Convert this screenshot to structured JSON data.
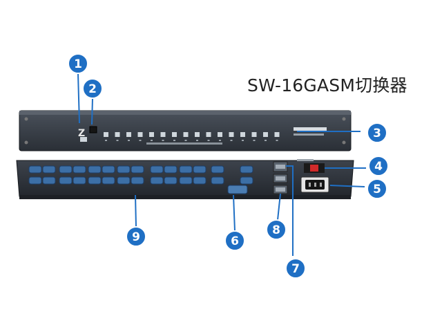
{
  "title": "SW-16GASM切换器",
  "callouts": [
    {
      "number": "1"
    },
    {
      "number": "2"
    },
    {
      "number": "3"
    },
    {
      "number": "4"
    },
    {
      "number": "5"
    },
    {
      "number": "6"
    },
    {
      "number": "7"
    },
    {
      "number": "8"
    },
    {
      "number": "9"
    }
  ],
  "colors": {
    "callout_fill": "#1f6fc4",
    "callout_text": "#ffffff",
    "leader_line": "#1f6fc4",
    "panel_dark": "#2b3038",
    "panel_face": "#3a4049",
    "led": "#cfd6dc",
    "vga_port": "#3c6fa6",
    "power_switch": "#d12a2a"
  }
}
